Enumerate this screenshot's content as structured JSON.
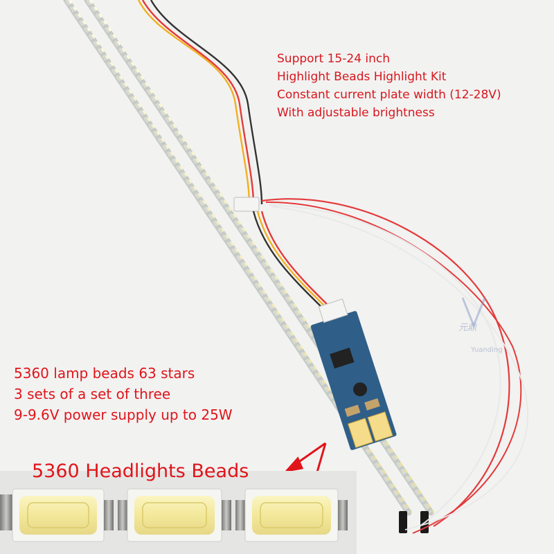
{
  "specs": [
    "Support 15-24 inch",
    "Highlight Beads Highlight Kit",
    "Constant current plate width (12-28V)",
    "With adjustable brightness"
  ],
  "info": [
    "5360 lamp beads 63 stars",
    "3 sets of a set of three",
    "9-9.6V power supply up to 25W"
  ],
  "beads_title": "5360 Headlights Beads",
  "watermark": {
    "brand": "元鼎",
    "sub": "Yuanding"
  },
  "colors": {
    "text_red": "#e0141a",
    "background": "#f2f2f1",
    "pcb_strip": "#d6d9d2",
    "led_yellow": "#f7f1b4",
    "driver_board_blue": "#2f5f88",
    "wire_red": "#e33a3a",
    "wire_yellow": "#f0b020"
  },
  "led_strip_count": 2,
  "beads_shown": 3
}
